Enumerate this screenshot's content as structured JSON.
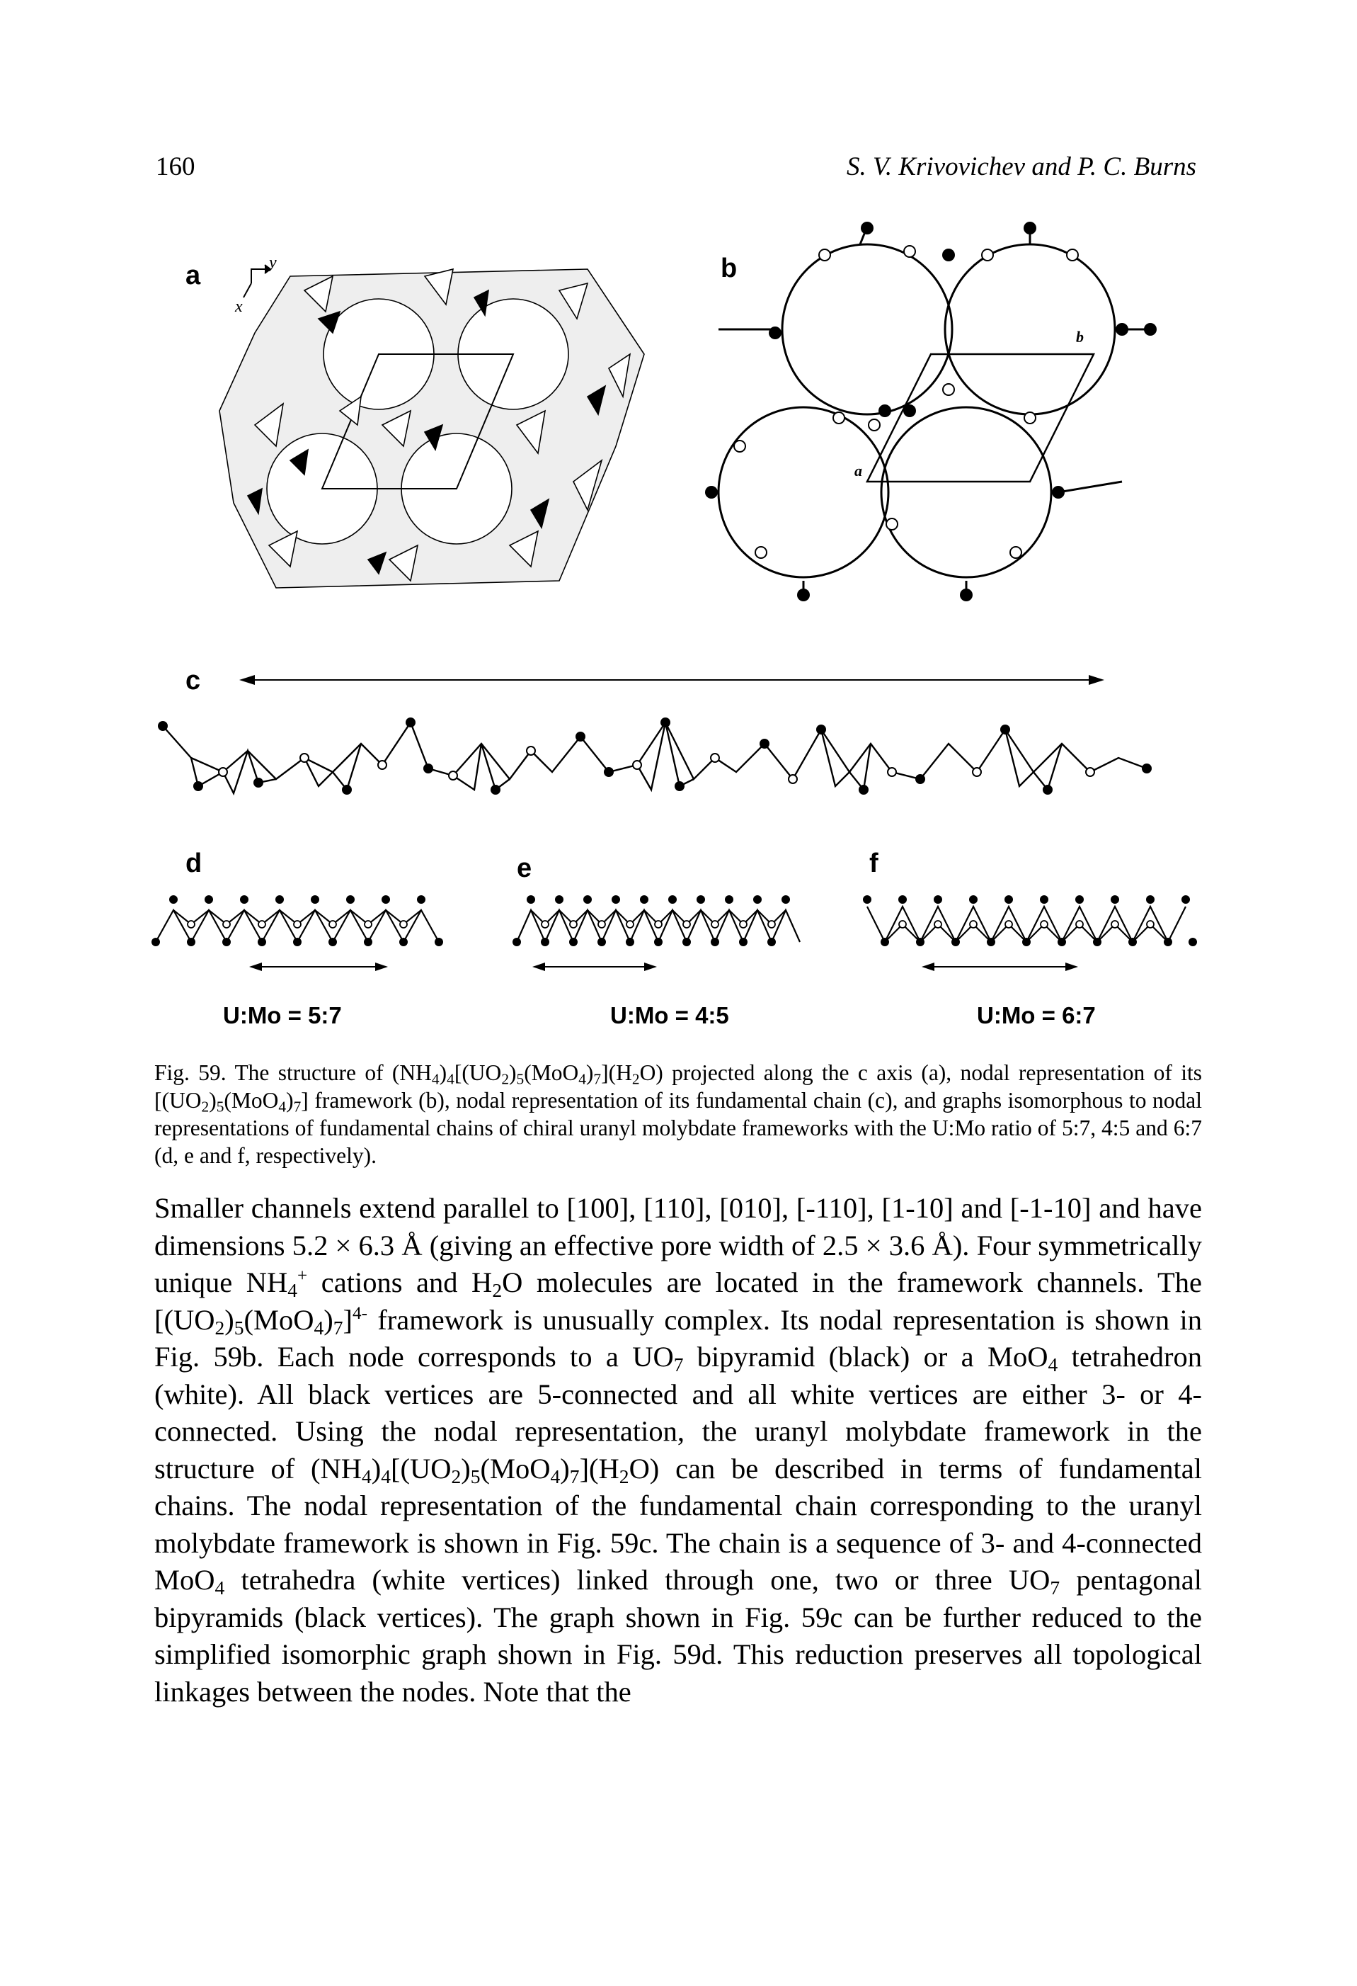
{
  "header": {
    "page_number": "160",
    "running_head": "S. V. Krivovichev and P. C. Burns"
  },
  "figure": {
    "panel_labels": [
      "a",
      "b",
      "c",
      "d",
      "e",
      "f"
    ],
    "axis_labels": {
      "y": "y",
      "x": "x",
      "cell_a": "a",
      "cell_b": "b"
    },
    "ratios": [
      "U:Mo = 5:7",
      "U:Mo = 4:5",
      "U:Mo = 6:7"
    ],
    "colors": {
      "ink": "#000000",
      "paper": "#ffffff"
    }
  },
  "caption": {
    "fig_label": "Fig. 59.",
    "text_html": "The structure of (NH<sub>4</sub>)<sub>4</sub>[(UO<sub>2</sub>)<sub>5</sub>(MoO<sub>4</sub>)<sub>7</sub>](H<sub>2</sub>O) projected along the c axis (a), nodal representation of its [(UO<sub>2</sub>)<sub>5</sub>(MoO<sub>4</sub>)<sub>7</sub>] framework (b), nodal representation of its fundamental chain (c), and graphs isomorphous to nodal representations of fundamental chains of chiral uranyl molybdate frameworks with the U:Mo ratio of 5:7, 4:5 and 6:7 (d, e and f, respectively)."
  },
  "body": {
    "text_html": "Smaller channels extend parallel to [100], [110], [010], [-110], [1-10] and [-1-10] and have dimensions 5.2 × 6.3 Å (giving an effective pore width of 2.5 × 3.6 Å). Four symmetrically unique NH<sub>4</sub><sup>+</sup> cations and H<sub>2</sub>O molecules are located in the framework channels. The [(UO<sub>2</sub>)<sub>5</sub>(MoO<sub>4</sub>)<sub>7</sub>]<sup>4-</sup> framework is unusually complex. Its nodal representation is shown in Fig. 59b. Each node corresponds to a UO<sub>7</sub> bipyramid (black) or a MoO<sub>4</sub> tetrahedron (white). All black vertices are 5-connected and all white vertices are either 3- or 4-connected. Using the nodal representation, the uranyl molybdate framework in the structure of (NH<sub>4</sub>)<sub>4</sub>[(UO<sub>2</sub>)<sub>5</sub>(MoO<sub>4</sub>)<sub>7</sub>](H<sub>2</sub>O) can be described in terms of fundamental chains. The nodal representation of the fundamental chain corresponding to the uranyl molybdate framework is shown in Fig. 59c. The chain is a sequence of 3- and 4-connected MoO<sub>4</sub> tetrahedra (white vertices) linked through one, two or three UO<sub>7</sub> pentagonal bipyramids (black vertices). The graph shown in Fig. 59c can be further reduced to the simplified isomorphic graph shown in Fig. 59d. This reduction preserves all topological linkages between the nodes. Note that the"
  }
}
